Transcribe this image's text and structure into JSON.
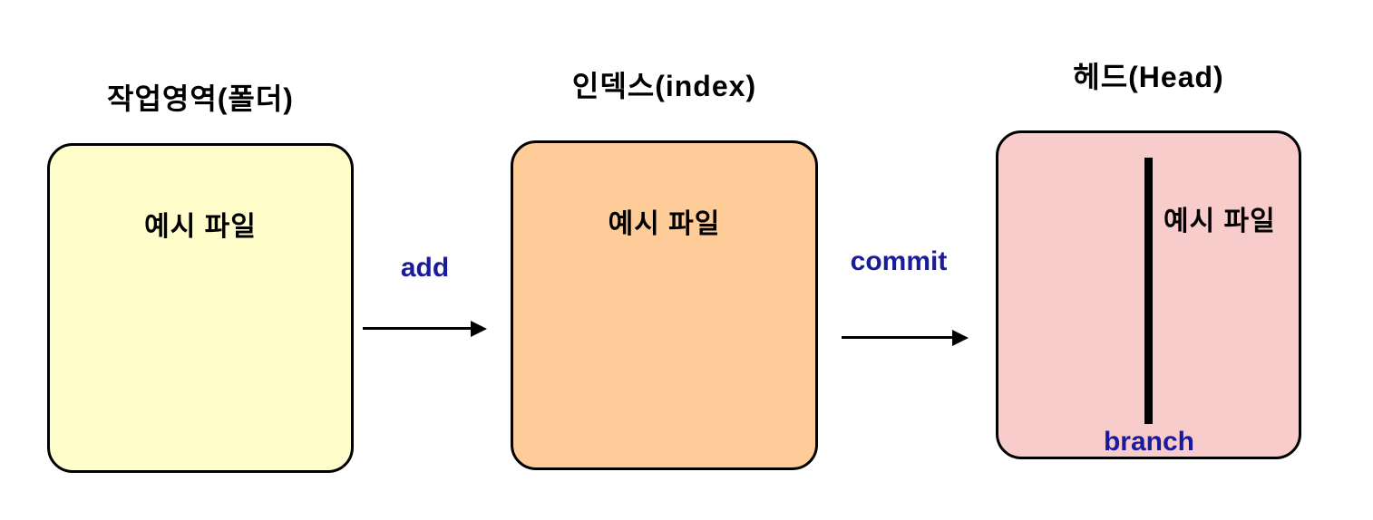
{
  "colors": {
    "background": "#FFFFFF",
    "box_border": "#000000",
    "text_black": "#000000",
    "label_blue": "#1A1A9C",
    "working_box_fill": "#FFFDCA",
    "index_box_fill": "#FDCC99",
    "head_box_fill": "#F7CCCA",
    "branch_line": "#000000"
  },
  "stages": [
    {
      "title": "작업영역(폴더)",
      "file_label": "예시 파일",
      "fill": "#FFFDCA"
    },
    {
      "title": "인덱스(index)",
      "file_label": "예시 파일",
      "fill": "#FDCC99"
    },
    {
      "title": "헤드(Head)",
      "file_label": "예시 파일",
      "fill": "#F7CCCA",
      "branch_label": "branch"
    }
  ],
  "arrows": [
    {
      "label": "add"
    },
    {
      "label": "commit"
    }
  ]
}
